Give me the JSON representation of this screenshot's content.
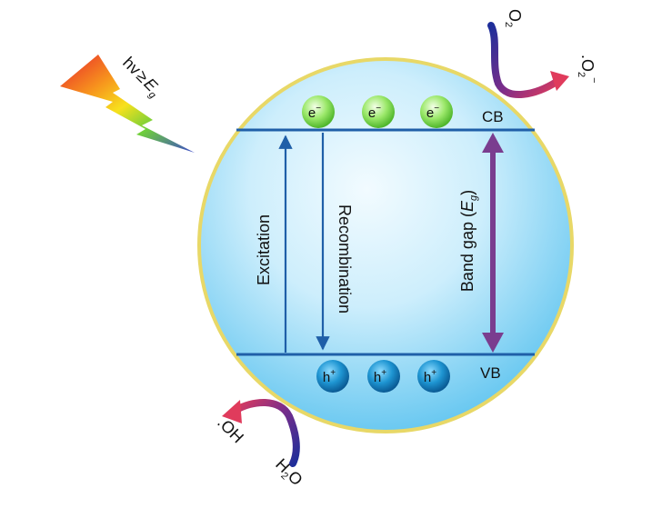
{
  "photon": {
    "hv": "hv",
    "relation": "≥",
    "E": "E",
    "g": "g"
  },
  "bands": {
    "cb_label": "CB",
    "vb_label": "VB"
  },
  "carriers": {
    "electron": "e",
    "electron_sign": "−",
    "hole": "h",
    "hole_sign": "+"
  },
  "processes": {
    "excitation": "Excitation",
    "recombination": "Recombination",
    "band_gap": "Band gap (",
    "band_gap_E": "E",
    "band_gap_g": "g",
    "band_gap_close": ")"
  },
  "oxidation": {
    "reactant_main": "H",
    "reactant_sub": "2",
    "reactant_tail": "O",
    "product_main": ".OH"
  },
  "reduction": {
    "reactant_main": "O",
    "reactant_sub": "2",
    "product_main": ".O",
    "product_sub": "2",
    "product_sup": "−"
  },
  "colors": {
    "sphere_outline": "#e8d867",
    "sphere_fill": "#bfe7f8",
    "band_line": "#1f5fa8",
    "gap_arrow": "#7a3d8f",
    "electron": "#8ee25a",
    "hole": "#1a8fc9",
    "arrow_blue": "#2a3a9a",
    "arrow_red": "#d23a5a"
  }
}
